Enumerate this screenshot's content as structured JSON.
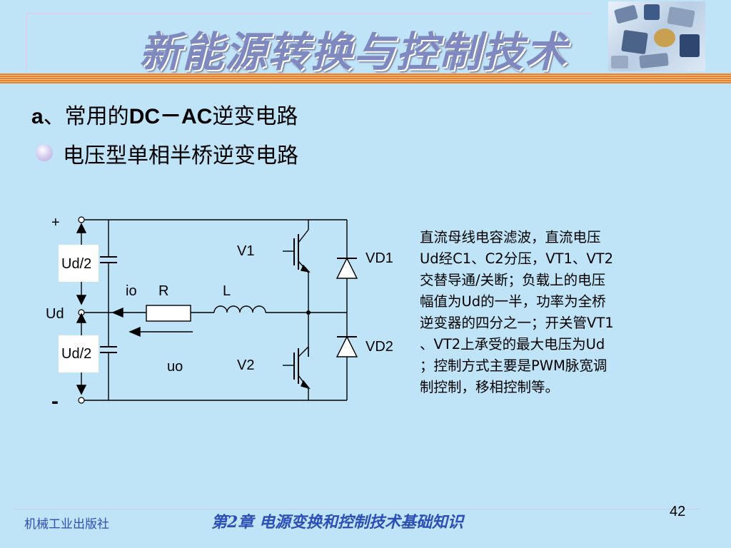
{
  "slide": {
    "title": "新能源转换与控制技术",
    "heading_prefix": "a",
    "heading_sep": "、常用的",
    "heading_dcac": "DC－AC",
    "heading_suffix": "逆变电路",
    "bullet": "电压型单相半桥逆变电路"
  },
  "circuit": {
    "plus": "+",
    "minus": "-",
    "ud_half_top": "Ud/2",
    "ud_half_bottom": "Ud/2",
    "ud": "Ud",
    "io": "io",
    "r": "R",
    "l": "L",
    "uo": "uo",
    "v1": "V1",
    "v2": "V2",
    "vd1": "VD1",
    "vd2": "VD2"
  },
  "description": {
    "lines": [
      "直流母线电容滤波，直流电压",
      "Ud经C1、C2分压，VT1、VT2",
      "交替导通/关断；负载上的电压",
      "幅值为Ud的一半，功率为全桥",
      "逆变器的四分之一；开关管VT1",
      "、VT2上承受的最大电压为Ud",
      "；控制方式主要是PWM脉宽调",
      "制控制，移相控制等。"
    ]
  },
  "footer": {
    "publisher": "机械工业出版社",
    "chapter": "第2章  电源变换和控制技术基础知识",
    "page": "42"
  },
  "colors": {
    "background": "#bfe3f7",
    "title": "#7f89bf",
    "orange_bar": "#e8822c",
    "footer_text": "#2c4fb5"
  },
  "icons": [
    "photo-of-electronic-components",
    "bullet-circle-icon"
  ]
}
